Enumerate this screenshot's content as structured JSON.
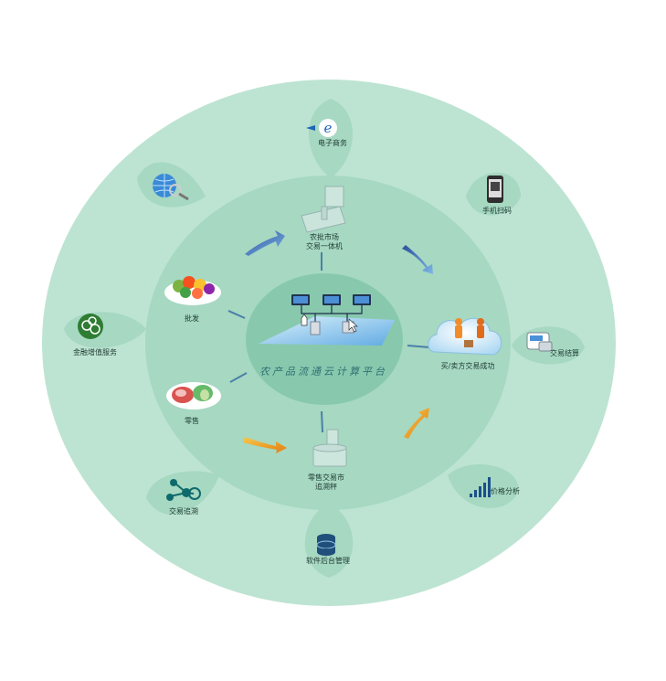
{
  "diagram": {
    "center": {
      "title": "农产品流通云计算平台"
    },
    "inner_nodes": {
      "market_scale": {
        "line1": "农批市场",
        "line2": "交易一体机"
      },
      "wholesale": {
        "label": "批发"
      },
      "retail": {
        "label": "零售"
      },
      "retail_scale": {
        "line1": "零售交易市",
        "line2": "追溯秤"
      },
      "deal": {
        "label": "买/卖方交易成功"
      }
    },
    "outer_nodes": {
      "ecommerce": {
        "label": "电子商务",
        "icon": "ecommerce-icon"
      },
      "mobile_payment": {
        "label": "手机扫码",
        "icon": "smartphone-icon"
      },
      "transaction_settlement": {
        "label": "交易结算",
        "icon": "card-terminal-icon"
      },
      "price_analysis": {
        "label": "价格分析",
        "icon": "bar-chart-icon"
      },
      "backend_management": {
        "label": "软件后台管理",
        "icon": "database-icon"
      },
      "traceability": {
        "label": "交易追溯",
        "icon": "network-icon"
      },
      "financial_services": {
        "label": "金融增值服务",
        "icon": "coins-icon"
      },
      "globe": {
        "icon": "globe-search-icon"
      }
    },
    "colors": {
      "outer_ring": "#bde4d2",
      "middle_ring": "#a6d8c2",
      "inner_core": "#88c9ae",
      "arrow_blue": "#3a66b3",
      "arrow_orange": "#f1a21d"
    }
  }
}
